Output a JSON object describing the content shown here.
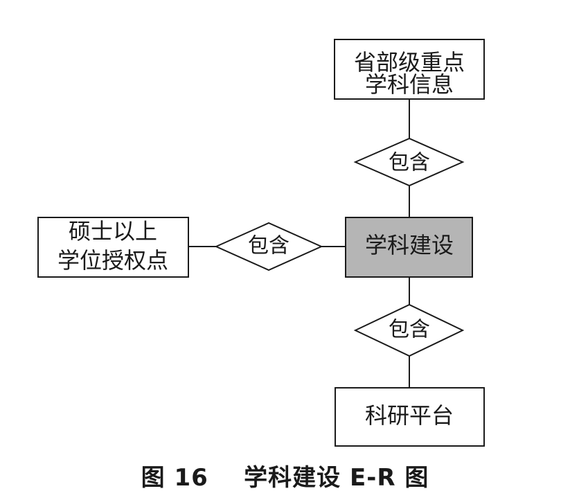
{
  "diagram": {
    "central_entity": {
      "label": "学科建设",
      "fill": "#b5b5b5"
    },
    "entities": {
      "top": {
        "line1": "省部级重点",
        "line2": "学科信息"
      },
      "left": {
        "line1": "硕士以上",
        "line2": "学位授权点"
      },
      "bottom": {
        "line1": "科研平台"
      }
    },
    "relationships": {
      "top": {
        "label": "包含"
      },
      "left": {
        "label": "包含"
      },
      "bottom": {
        "label": "包含"
      }
    },
    "line_color": "#1a1a1a"
  },
  "caption": {
    "text": "图 16    学科建设 E-R 图"
  }
}
